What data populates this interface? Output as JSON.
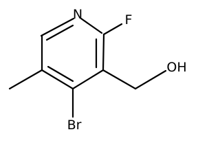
{
  "molecule": {
    "atoms": {
      "nitrogen": "N",
      "fluorine": "F",
      "bromine": "Br",
      "hydroxyl": "OH"
    }
  }
}
